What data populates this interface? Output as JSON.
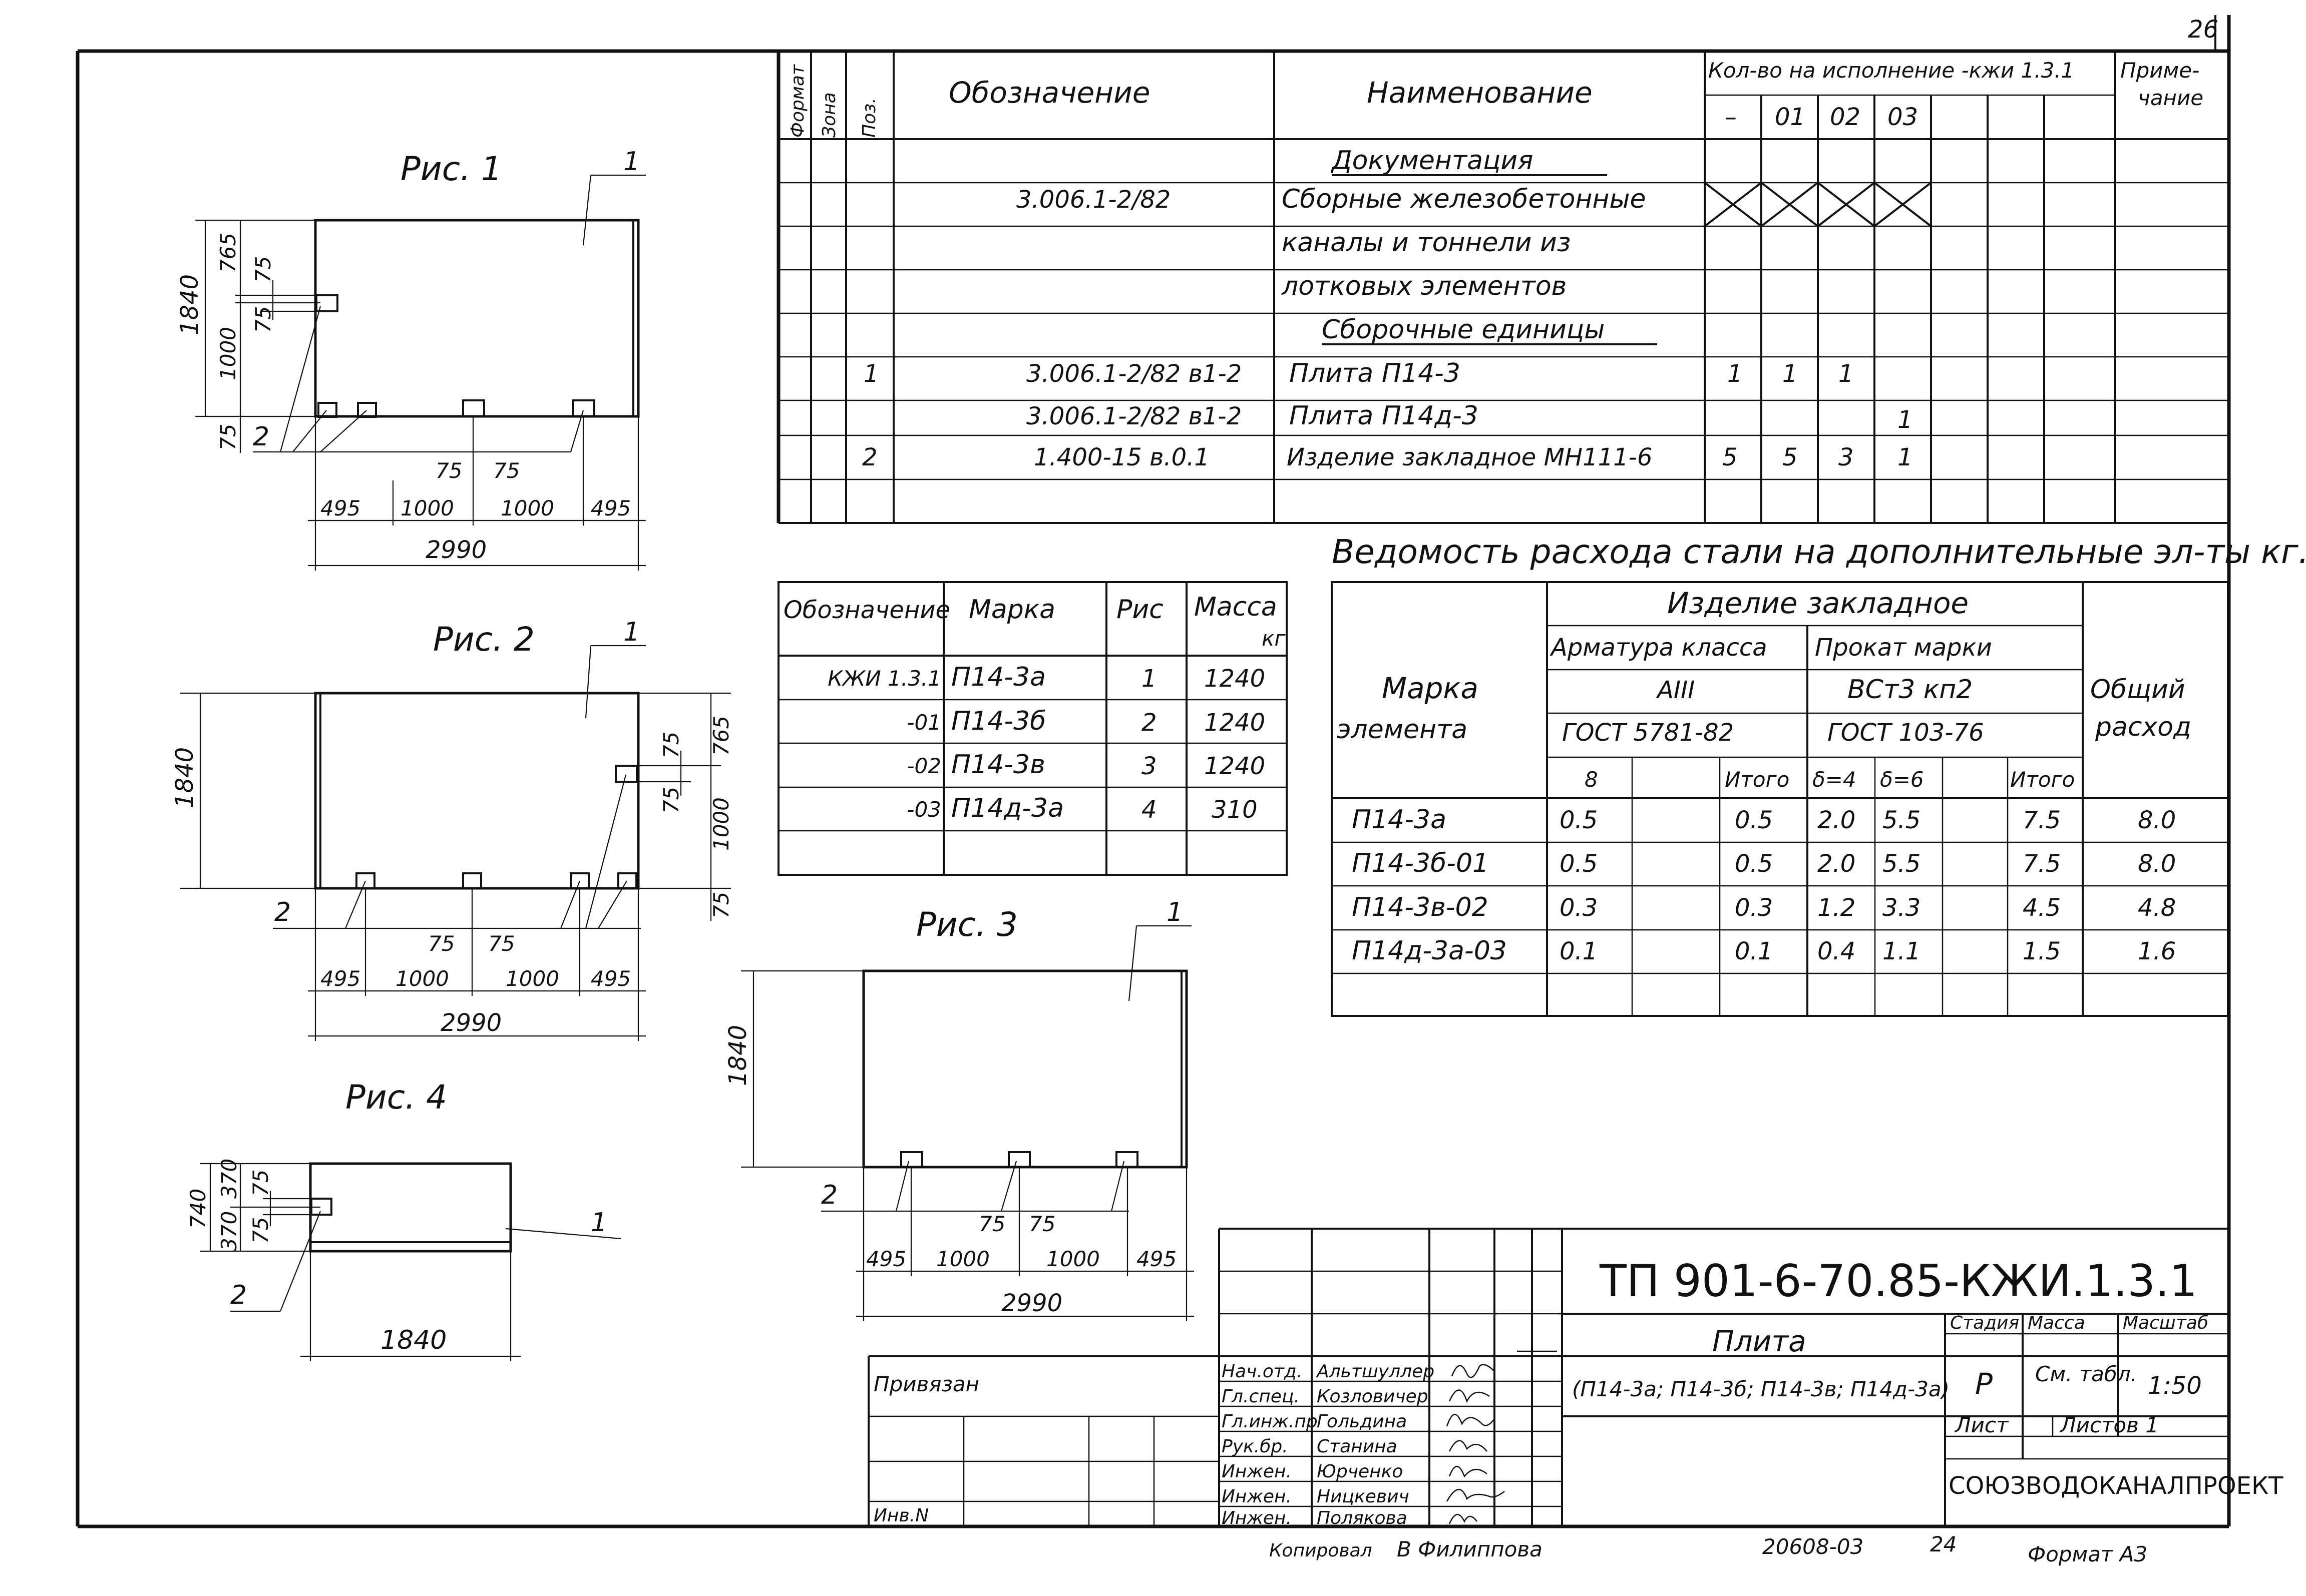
{
  "corner_page": "26",
  "spec_table": {
    "header": {
      "format": "Формат",
      "zone": "Зона",
      "pos": "Поз.",
      "designation": "Обозначение",
      "name": "Наименование",
      "qty": "Кол-во на исполнение -кжи 1.3.1",
      "note": "Приме-чание",
      "variants": [
        "–",
        "01",
        "02",
        "03"
      ]
    },
    "rows": [
      {
        "pos": "",
        "designation": "",
        "name": "Документация",
        "qty": [
          "",
          "",
          "",
          ""
        ]
      },
      {
        "pos": "",
        "designation": "3.006.1-2/82",
        "name": "Сборные железобетонные",
        "qty": [
          "",
          "",
          "",
          ""
        ]
      },
      {
        "pos": "",
        "designation": "",
        "name": "каналы и тоннели из",
        "qty": [
          "",
          "",
          "",
          ""
        ]
      },
      {
        "pos": "",
        "designation": "",
        "name": "лотковых элементов",
        "qty": [
          "",
          "",
          "",
          ""
        ]
      },
      {
        "pos": "",
        "designation": "",
        "name": "Сборочные единицы",
        "qty": [
          "",
          "",
          "",
          ""
        ]
      },
      {
        "pos": "1",
        "designation": "3.006.1-2/82 в1-2",
        "name": "Плита П14-3",
        "qty": [
          "1",
          "1",
          "1",
          ""
        ]
      },
      {
        "pos": "",
        "designation": "3.006.1-2/82 в1-2",
        "name": "Плита П14д-3",
        "qty": [
          "",
          "",
          "",
          "1"
        ]
      },
      {
        "pos": "2",
        "designation": "1.400-15 в.0.1",
        "name": "Изделие закладное МН111-6",
        "qty": [
          "5",
          "5",
          "3",
          "1"
        ]
      }
    ]
  },
  "figures": {
    "fig1": {
      "title": "Рис. 1",
      "dims": [
        "1840",
        "765",
        "75",
        "75",
        "1000",
        "75",
        "495",
        "1000",
        "1000",
        "495",
        "2990",
        "75",
        "75"
      ],
      "leaders": [
        "1",
        "2"
      ]
    },
    "fig2": {
      "title": "Рис. 2",
      "dims": [
        "1840",
        "75",
        "765",
        "75",
        "1000",
        "75",
        "495",
        "1000",
        "1000",
        "495",
        "2990",
        "75",
        "75"
      ],
      "leaders": [
        "1",
        "2"
      ]
    },
    "fig3": {
      "title": "Рис. 3",
      "dims": [
        "1840",
        "495",
        "1000",
        "1000",
        "495",
        "2990",
        "75",
        "75"
      ],
      "leaders": [
        "1",
        "2"
      ]
    },
    "fig4": {
      "title": "Рис. 4",
      "dims": [
        "740",
        "370",
        "370",
        "75",
        "75",
        "1840"
      ],
      "leaders": [
        "1",
        "2"
      ]
    }
  },
  "mark_table": {
    "headers": [
      "Обозначение",
      "Марка",
      "Рис",
      "Масса кг"
    ],
    "rows": [
      [
        "КЖИ 1.3.1",
        "П14-3а",
        "1",
        "1240"
      ],
      [
        "-01",
        "П14-3б",
        "2",
        "1240"
      ],
      [
        "-02",
        "П14-3в",
        "3",
        "1240"
      ],
      [
        "-03",
        "П14д-3а",
        "4",
        "310"
      ]
    ]
  },
  "steel_table": {
    "title": "Ведомость расхода стали на дополнительные эл-ты кг.",
    "h_mark": "Марка элемента",
    "h_product": "Изделие закладное",
    "h_rebar": "Арматура класса",
    "h_rebar_class": "АIII",
    "h_rebar_gost": "ГОСТ 5781-82",
    "h_rolled": "Прокат марки",
    "h_rolled_grade": "ВСт3 кп2",
    "h_rolled_gost": "ГОСТ 103-76",
    "h_total": "Общий расход",
    "sub": [
      "8",
      "",
      "Итого",
      "δ=4",
      "δ=6",
      "",
      "Итого"
    ],
    "rows": [
      [
        "П14-3а",
        "0.5",
        "",
        "0.5",
        "2.0",
        "5.5",
        "",
        "7.5",
        "8.0"
      ],
      [
        "П14-3б-01",
        "0.5",
        "",
        "0.5",
        "2.0",
        "5.5",
        "",
        "7.5",
        "8.0"
      ],
      [
        "П14-3в-02",
        "0.3",
        "",
        "0.3",
        "1.2",
        "3.3",
        "",
        "4.5",
        "4.8"
      ],
      [
        "П14д-3а-03",
        "0.1",
        "",
        "0.1",
        "0.4",
        "1.1",
        "",
        "1.5",
        "1.6"
      ]
    ]
  },
  "title_block": {
    "doc_code": "ТП 901-6-70.85-КЖИ.1.3.1",
    "name": "Плита",
    "name_sub": "(П14-3а; П14-3б; П14-3в; П14д-3а)",
    "stage_h": "Стадия",
    "mass_h": "Масса",
    "scale_h": "Масштаб",
    "stage": "Р",
    "mass": "См. табл.",
    "scale": "1:50",
    "sheet_h": "Лист",
    "sheets_h": "Листов 1",
    "org": "СОЮЗВОДОКАНАЛПРОЕКТ",
    "privyazan": "Привязан",
    "inv": "Инв.N",
    "people": [
      [
        "Нач.отд.",
        "Альтшуллер"
      ],
      [
        "Гл.спец.",
        "Козловичер"
      ],
      [
        "Гл.инж.пр",
        "Гольдина"
      ],
      [
        "Рук.бр.",
        "Станина"
      ],
      [
        "Инжен.",
        "Юрченко"
      ],
      [
        "Инжен.",
        "Ницкевич"
      ],
      [
        "Инжен.",
        "Полякова"
      ]
    ]
  },
  "footer": {
    "copied": "Копировал",
    "copier": "В Филиппова",
    "code": "20608-03",
    "page": "24",
    "format": "Формат А3"
  }
}
